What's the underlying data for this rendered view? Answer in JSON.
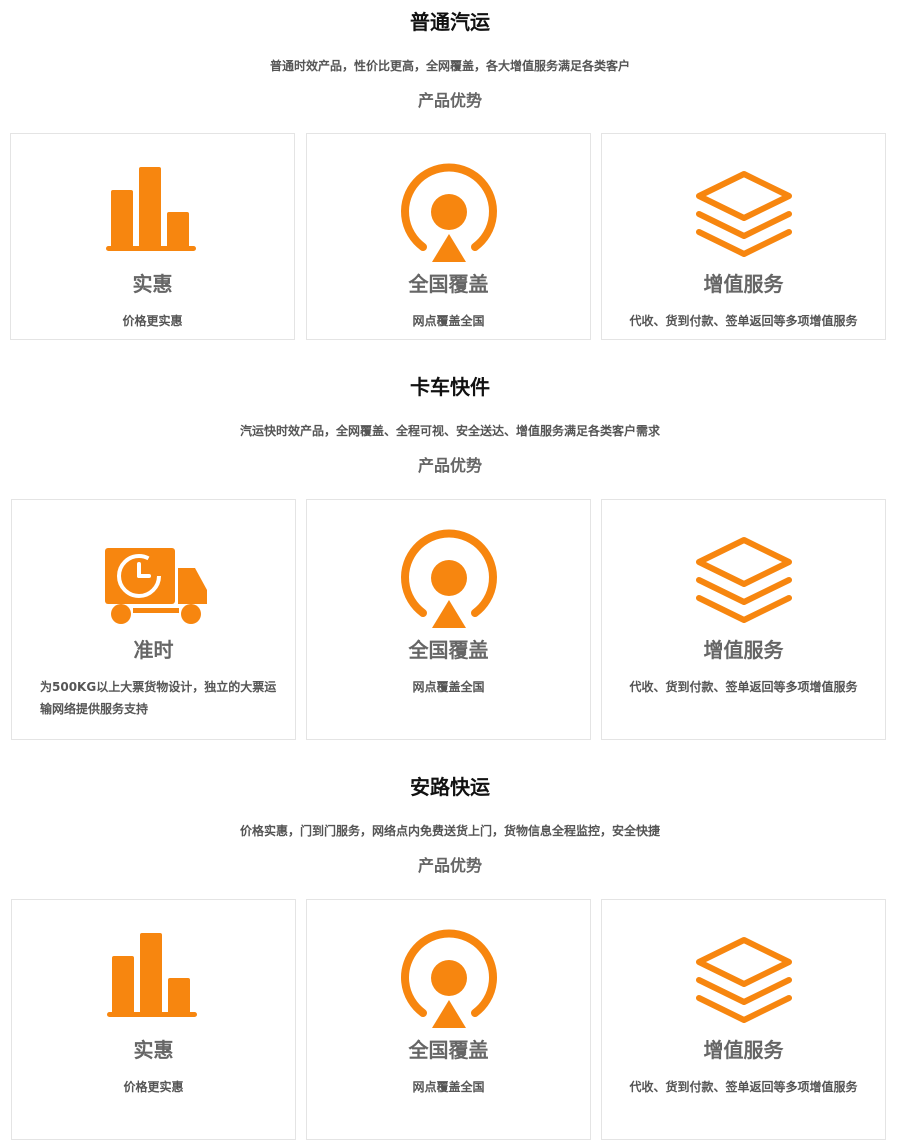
{
  "accent_color": "#f7860f",
  "sections": [
    {
      "title": "普通汽运",
      "description": "普通时效产品，性价比更高，全网覆盖，各大增值服务满足各类客户",
      "advantages_heading": "产品优势",
      "cards": [
        {
          "icon": "bar-chart-icon",
          "title": "实惠",
          "desc": "价格更实惠"
        },
        {
          "icon": "location-pin-icon",
          "title": "全国覆盖",
          "desc": "网点覆盖全国"
        },
        {
          "icon": "layers-icon",
          "title": "增值服务",
          "desc": "代收、货到付款、签单返回等多项增值服务"
        }
      ]
    },
    {
      "title": "卡车快件",
      "description": "汽运快时效产品，全网覆盖、全程可视、安全送达、增值服务满足各类客户需求",
      "advantages_heading": "产品优势",
      "cards": [
        {
          "icon": "truck-clock-icon",
          "title": "准时",
          "desc": "为500KG以上大票货物设计，独立的大票运输网络提供服务支持"
        },
        {
          "icon": "location-pin-icon",
          "title": "全国覆盖",
          "desc": "网点覆盖全国"
        },
        {
          "icon": "layers-icon",
          "title": "增值服务",
          "desc": "代收、货到付款、签单返回等多项增值服务"
        }
      ]
    },
    {
      "title": "安路快运",
      "description": "价格实惠，门到门服务，网络点内免费送货上门，货物信息全程监控，安全快捷",
      "advantages_heading": "产品优势",
      "cards": [
        {
          "icon": "bar-chart-icon",
          "title": "实惠",
          "desc": "价格更实惠"
        },
        {
          "icon": "location-pin-icon",
          "title": "全国覆盖",
          "desc": "网点覆盖全国"
        },
        {
          "icon": "layers-icon",
          "title": "增值服务",
          "desc": "代收、货到付款、签单返回等多项增值服务"
        }
      ]
    }
  ]
}
